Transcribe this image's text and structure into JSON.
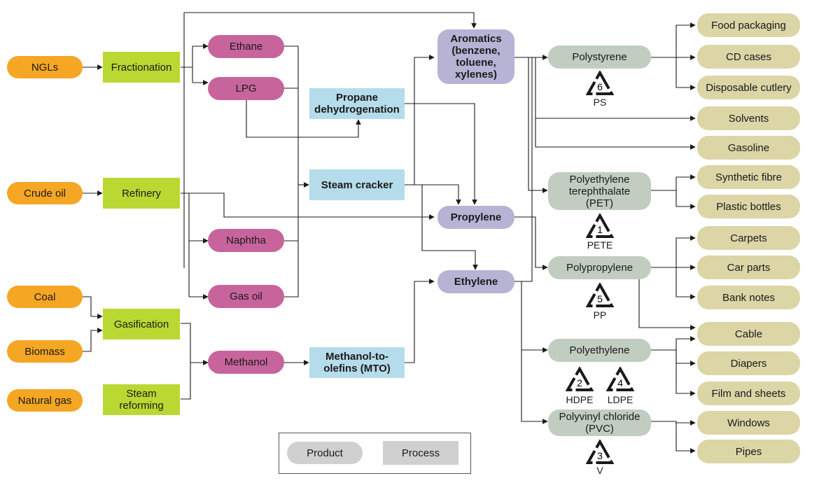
{
  "sources": {
    "ngls": "NGLs",
    "crude_oil": "Crude oil",
    "coal": "Coal",
    "biomass": "Biomass",
    "natural_gas": "Natural gas"
  },
  "primary_processes": {
    "fractionation": "Fractionation",
    "refinery": "Refinery",
    "gasification": "Gasification",
    "steam_reforming": "Steam\nreforming"
  },
  "feedstocks": {
    "ethane": "Ethane",
    "lpg": "LPG",
    "naphtha": "Naphtha",
    "gas_oil": "Gas oil",
    "methanol": "Methanol"
  },
  "conversion_processes": {
    "propane_dehydrogenation": "Propane\ndehydrogenation",
    "steam_cracker": "Steam cracker",
    "mto": "Methanol-to-\nolefins (MTO)"
  },
  "chemicals": {
    "aromatics": "Aromatics\n(benzene,\ntoluene,\nxylenes)",
    "propylene": "Propylene",
    "ethylene": "Ethylene"
  },
  "polymers": {
    "polystyrene": "Polystyrene",
    "pet": "Polyethylene\nterephthalate\n(PET)",
    "polypropylene": "Polypropylene",
    "polyethylene": "Polyethylene",
    "pvc": "Polyvinyl chloride\n(PVC)"
  },
  "end_uses": {
    "food_packaging": "Food packaging",
    "cd_cases": "CD cases",
    "disposable_cutlery": "Disposable cutlery",
    "solvents": "Solvents",
    "gasoline": "Gasoline",
    "synthetic_fibre": "Synthetic fibre",
    "plastic_bottles": "Plastic bottles",
    "carpets": "Carpets",
    "car_parts": "Car parts",
    "bank_notes": "Bank notes",
    "cable": "Cable",
    "diapers": "Diapers",
    "film_and_sheets": "Film and sheets",
    "windows": "Windows",
    "pipes": "Pipes"
  },
  "recycling_codes": {
    "ps": {
      "number": "6",
      "label": "PS"
    },
    "pete": {
      "number": "1",
      "label": "PETE"
    },
    "pp": {
      "number": "5",
      "label": "PP"
    },
    "hdpe": {
      "number": "2",
      "label": "HDPE"
    },
    "ldpe": {
      "number": "4",
      "label": "LDPE"
    },
    "v": {
      "number": "3",
      "label": "V"
    }
  },
  "legend": {
    "product": "Product",
    "process": "Process"
  },
  "colors": {
    "source": "#f5a623",
    "primary_process": "#bad832",
    "feedstock": "#c8649c",
    "conversion_process": "#b5dcea",
    "chemical": "#b7b3d5",
    "polymer": "#c1cdc1",
    "end_use": "#dcd5a6"
  }
}
